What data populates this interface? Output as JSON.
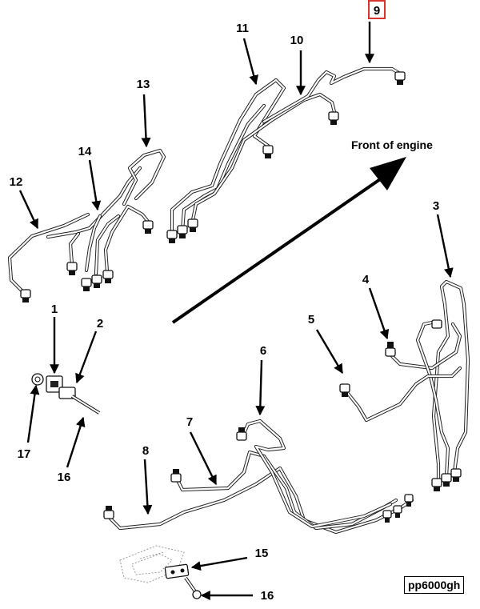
{
  "callouts": {
    "c1": "1",
    "c2": "2",
    "c3": "3",
    "c4": "4",
    "c5": "5",
    "c6": "6",
    "c7": "7",
    "c8": "8",
    "c9": "9",
    "c10": "10",
    "c11": "11",
    "c12": "12",
    "c13": "13",
    "c14": "14",
    "c15": "15",
    "c16a": "16",
    "c16b": "16",
    "c17": "17"
  },
  "caption": "Front of engine",
  "reference": "pp6000gh",
  "highlight": {
    "callout": "9",
    "color": "#d9342b"
  }
}
